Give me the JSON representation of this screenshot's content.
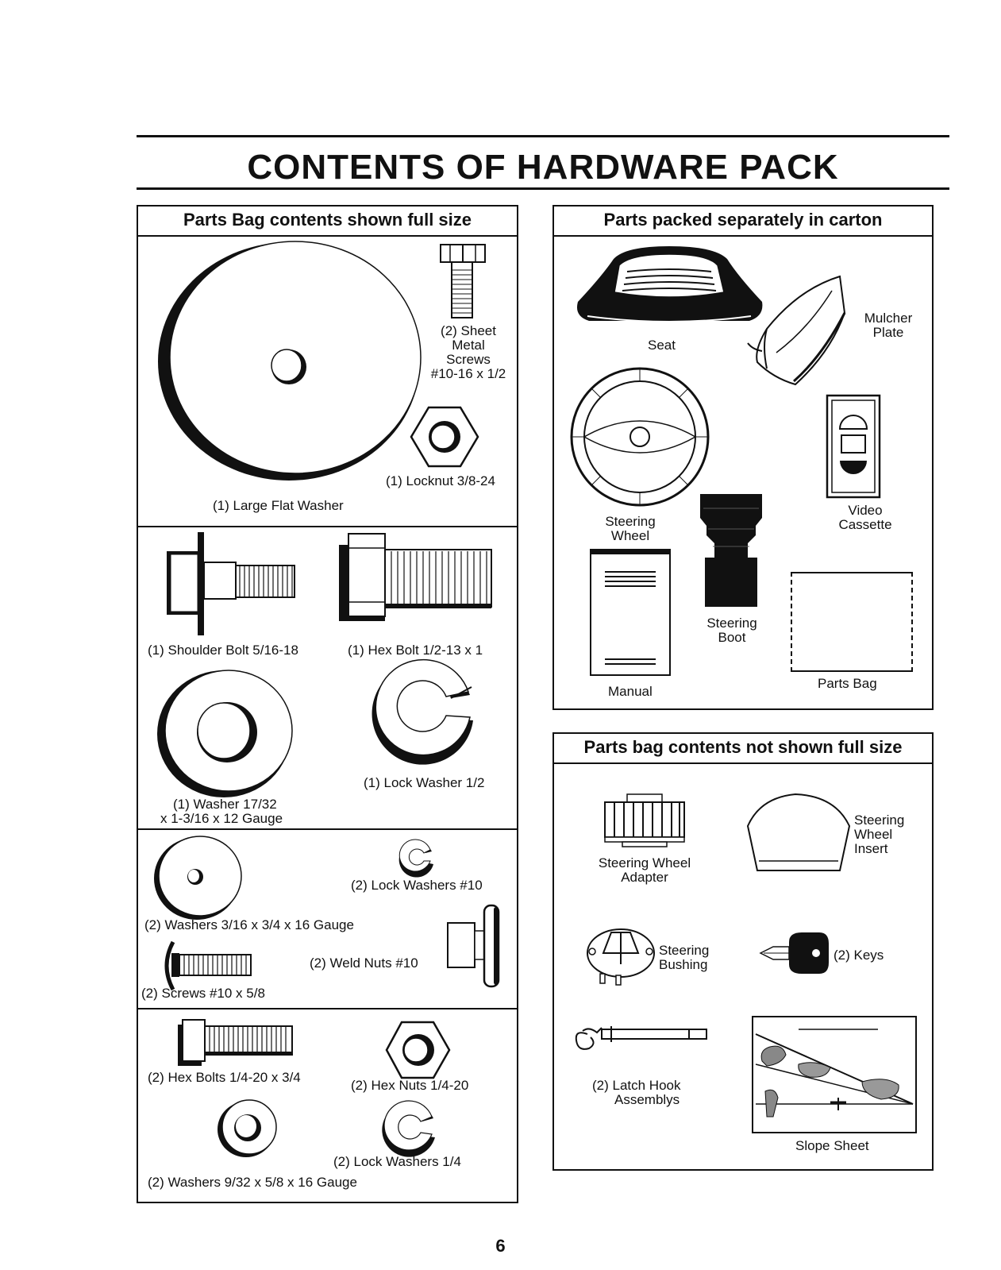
{
  "title": "CONTENTS OF HARDWARE PACK",
  "page_number": "6",
  "left_panel": {
    "heading": "Parts Bag contents shown full size",
    "items": {
      "large_flat_washer": "(1) Large Flat Washer",
      "sheet_metal_screws": [
        "(2) Sheet",
        "Metal",
        "Screws",
        "#10-16 x 1/2"
      ],
      "locknut": "(1) Locknut  3/8-24",
      "shoulder_bolt": "(1) Shoulder Bolt  5/16-18",
      "hex_bolt": "(1) Hex Bolt  1/2-13 x 1",
      "washer_17_32": [
        "(1) Washer  17/32",
        "x 1-3/16 x 12 Gauge"
      ],
      "lock_washer_half": "(1) Lock Washer  1/2",
      "lock_washers_10": "(2) Lock Washers  #10",
      "washers_3_16": "(2) Washers  3/16 x 3/4 x 16 Gauge",
      "weld_nuts": "(2) Weld Nuts  #10",
      "screws_10": "(2) Screws  #10 x 5/8",
      "hex_bolts_quarter": "(2) Hex Bolts  1/4-20 x 3/4",
      "hex_nuts": "(2) Hex Nuts  1/4-20",
      "lock_washers_quarter": "(2) Lock Washers  1/4",
      "washers_9_32": "(2) Washers  9/32  x 5/8 x 16 Gauge"
    }
  },
  "carton_panel": {
    "heading": "Parts packed separately in carton",
    "items": {
      "seat": "Seat",
      "mulcher_plate": [
        "Mulcher",
        "Plate"
      ],
      "steering_wheel": [
        "Steering",
        "Wheel"
      ],
      "video_cassette": [
        "Video",
        "Cassette"
      ],
      "steering_boot": [
        "Steering",
        "Boot"
      ],
      "manual": "Manual",
      "parts_bag": "Parts Bag"
    }
  },
  "not_full_size_panel": {
    "heading": "Parts bag contents not shown full size",
    "items": {
      "steering_wheel_adapter": [
        "Steering Wheel",
        "Adapter"
      ],
      "steering_wheel_insert": [
        "Steering",
        "Wheel",
        "Insert"
      ],
      "steering_bushing": [
        "Steering",
        "Bushing"
      ],
      "keys": "(2) Keys",
      "latch_hook": [
        "(2) Latch Hook",
        "Assemblys"
      ],
      "slope_sheet": "Slope Sheet"
    }
  }
}
